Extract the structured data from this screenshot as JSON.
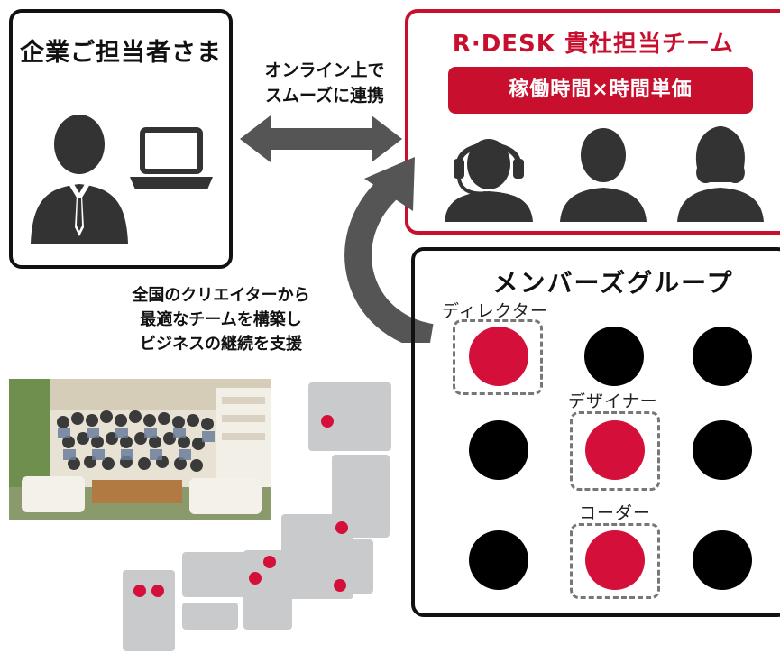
{
  "client": {
    "title": "企業ご担当者さま"
  },
  "sync": {
    "line1": "オンライン上で",
    "line2": "スムーズに連携"
  },
  "team": {
    "title": "R·DESK 貴社担当チーム",
    "rate_label": "稼働時間×時間単価"
  },
  "network": {
    "line1": "全国のクリエイターから",
    "line2": "最適なチームを構築し",
    "line3": "ビジネスの継続を支援"
  },
  "members": {
    "title": "メンバーズグループ",
    "roles": {
      "director": "ディレクター",
      "designer": "デザイナー",
      "coder": "コーダー"
    }
  },
  "colors": {
    "brand_red": "#c8102e",
    "dot_red": "#d4103a",
    "dark": "#111111",
    "arrow_gray": "#555555",
    "map_gray": "#c9cacc"
  }
}
